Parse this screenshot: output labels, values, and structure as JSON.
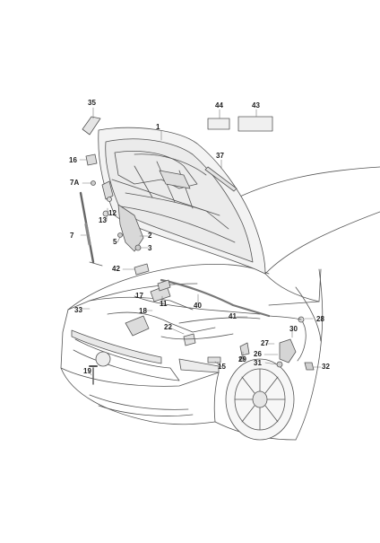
{
  "diagram": {
    "callouts": [
      "35",
      "1",
      "44",
      "43",
      "16",
      "37",
      "7A",
      "12",
      "13",
      "2",
      "7",
      "5",
      "3",
      "42",
      "17",
      "11",
      "40",
      "33",
      "18",
      "41",
      "28",
      "22",
      "27",
      "30",
      "26",
      "29",
      "31",
      "19",
      "15",
      "32"
    ]
  },
  "colors": {
    "line": "#555555",
    "fill_light": "#f2f2f2",
    "fill_mid": "#d9d9d9",
    "fill_dark": "#b5b5b5",
    "label": "#222222"
  }
}
